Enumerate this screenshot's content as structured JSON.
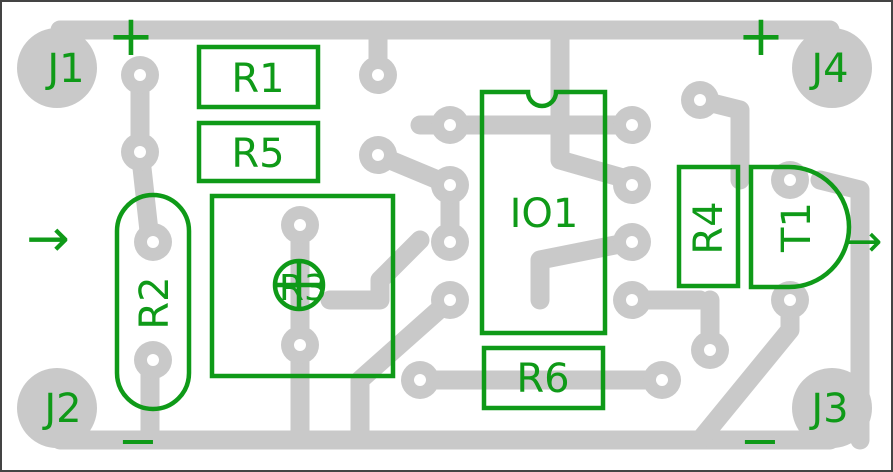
{
  "board": {
    "connectors": [
      {
        "id": "j1",
        "label": "J1"
      },
      {
        "id": "j2",
        "label": "J2"
      },
      {
        "id": "j3",
        "label": "J3"
      },
      {
        "id": "j4",
        "label": "J4"
      }
    ],
    "components": {
      "r1": "R1",
      "r5": "R5",
      "r2": "R2",
      "r3": "R3",
      "io1": "IO1",
      "r6": "R6",
      "r4": "R4",
      "t1": "T1"
    },
    "polarity": {
      "plus_left": "+",
      "plus_right": "+",
      "minus_left": "−",
      "minus_right": "−"
    },
    "arrows": {
      "input": "→",
      "output": "→"
    },
    "colors": {
      "silkscreen": "#0f9a18",
      "copper": "#c9c9c9",
      "background": "#ffffff",
      "frame": "#444444"
    }
  }
}
